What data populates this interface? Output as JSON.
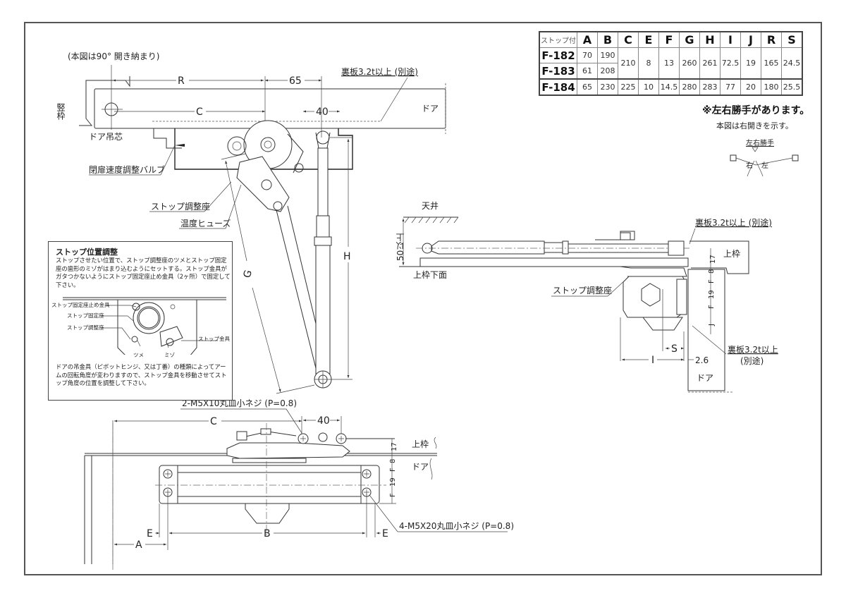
{
  "spec_table": {
    "corner_label": "ストップ付",
    "columns": [
      "A",
      "B",
      "C",
      "E",
      "F",
      "G",
      "H",
      "I",
      "J",
      "R",
      "S"
    ],
    "rows": [
      {
        "model": "F-182",
        "A": "70",
        "B": "190"
      },
      {
        "model": "F-183",
        "A": "61",
        "B": "208"
      },
      {
        "model": "F-184",
        "A": "65",
        "B": "230",
        "C": "225",
        "E": "10",
        "F": "14.5",
        "G": "280",
        "H": "283",
        "I": "77",
        "J": "20",
        "R": "180",
        "S": "25.5"
      }
    ],
    "shared_f182_f183": {
      "C": "210",
      "E": "8",
      "F": "13",
      "G": "260",
      "H": "261",
      "I": "72.5",
      "J": "19",
      "R": "165",
      "S": "24.5"
    }
  },
  "notes": {
    "hand_available": "※左右勝手があります。",
    "right_open": "本図は右開きを示す。",
    "hand_diagram": {
      "title": "左右勝手",
      "right": "右",
      "left": "左"
    }
  },
  "top_view": {
    "caption": "(本図は90° 開き納まり)",
    "vertical_frame": "竪枠",
    "door_pivot": "ドア吊芯",
    "door": "ドア",
    "back_plate": "裏板3.2t以上 (別途)",
    "valve": "閉扉速度調整バルブ",
    "stop_seat": "ストップ調整座",
    "fuse": "温度ヒューズ",
    "dims": {
      "R": "R",
      "C": "C",
      "d65": "65",
      "d40": "40",
      "G": "G",
      "H": "H"
    }
  },
  "info_box": {
    "title": "ストップ位置調整",
    "body": "ストップさせたい位置で、ストップ調整座のツメとストップ固定座の歯形のミゾがはまり込むようにセットする。ストップ金具がガタつかないようにストップ固定座止め金具（2ヶ所）で固定して下さい。",
    "labels": {
      "fix_screw": "ストップ固定座止め金具",
      "fix_seat": "ストップ固定座",
      "adj_seat": "ストップ調整座",
      "stop_fitting": "ストップ金具",
      "tsume": "ツメ",
      "mizo": "ミゾ"
    },
    "footer": "ドアの吊金具（ピボットヒンジ、又は丁番）の種類によってアームの回転角度が変わりますので、ストップ金具を移動させてストップ角度の位置を調整して下さい。"
  },
  "side_view": {
    "ceiling": "天井",
    "min50": "50以上",
    "frame_bottom": "上枠下面",
    "upper_frame": "上枠",
    "stop_seat": "ストップ調整座",
    "back_plate_top": "裏板3.2t以上 (別途)",
    "back_plate_bottom_1": "裏板3.2t以上",
    "back_plate_bottom_2": "(別途)",
    "door": "ドア",
    "dims": {
      "d17": "17",
      "F1": "F",
      "d8": "8",
      "F2": "F",
      "d19": "19",
      "F3": "F",
      "J": "J",
      "S": "S",
      "I": "I",
      "d26": "2.6"
    }
  },
  "front_view": {
    "screw_top": "2-M5X10丸皿小ネジ (P=0.8)",
    "screw_bottom": "4-M5X20丸皿小ネジ (P=0.8)",
    "upper_frame": "上枠",
    "door": "ドア",
    "dims": {
      "C": "C",
      "d40": "40",
      "A": "A",
      "B": "B",
      "E1": "E",
      "E2": "E",
      "d17": "17",
      "F1": "F",
      "d8": "8",
      "F2": "F",
      "d19": "19",
      "F3": "F"
    }
  }
}
